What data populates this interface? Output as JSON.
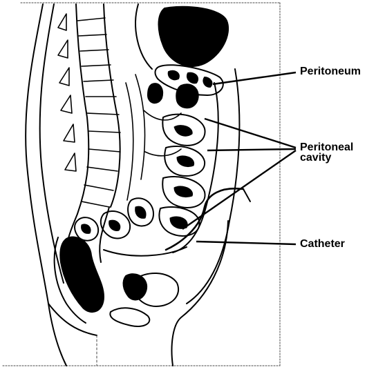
{
  "labels": {
    "peritoneum": "Peritoneum",
    "peritoneal_cavity_line1": "Peritoneal",
    "peritoneal_cavity_line2": "cavity",
    "catheter": "Catheter"
  },
  "colors": {
    "ink": "#000000",
    "paper": "#ffffff"
  }
}
